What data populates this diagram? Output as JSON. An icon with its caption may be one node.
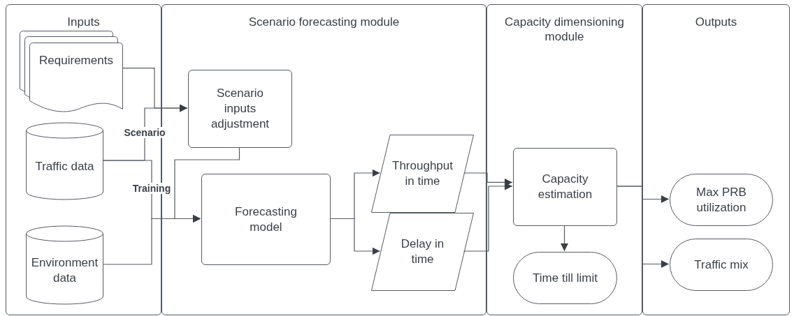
{
  "diagram": {
    "nodes": [
      {
        "text": [
          "Inputs"
        ]
      },
      {
        "text": [
          "Scenario forecasting module"
        ]
      },
      {
        "text": [
          "Capacity dimensioning module"
        ]
      },
      {
        "text": [
          "Outputs"
        ]
      },
      {
        "text": [
          "Requirements"
        ],
        "in": 0
      },
      {
        "text": [
          "Traffic data"
        ],
        "in": 0
      },
      {
        "text": [
          "Environment data"
        ],
        "in": 0
      },
      {
        "text": [
          "Scenario inputs adjustment"
        ],
        "in": 1
      },
      {
        "text": [
          "Forecasting model"
        ],
        "in": 1
      },
      {
        "text": [
          "Throughput in time"
        ],
        "in": 1
      },
      {
        "text": [
          "Delay in time"
        ],
        "in": 1
      },
      {
        "text": [
          "Capacity estimation"
        ],
        "in": 2
      },
      {
        "text": [
          "Time till limit"
        ],
        "in": 2
      },
      {
        "text": [
          "Max PRB utilization"
        ],
        "in": 3
      },
      {
        "text": [
          "Traffic mix"
        ],
        "in": 3
      }
    ],
    "edges": [
      {
        "from": 4,
        "to": 7,
        "arrow": "to"
      },
      {
        "from": 5,
        "to": 7,
        "arrow": "to",
        "label": "Scenario"
      },
      {
        "from": 5,
        "to": 8,
        "arrow": "to",
        "label": "Training"
      },
      {
        "from": 6,
        "to": 8,
        "arrow": "to"
      },
      {
        "from": 7,
        "to": 8,
        "arrow": "to"
      },
      {
        "from": 8,
        "to": 9,
        "arrow": "to"
      },
      {
        "from": 8,
        "to": 10,
        "arrow": "to"
      },
      {
        "from": 9,
        "to": 11,
        "arrow": "to"
      },
      {
        "from": 10,
        "to": 11,
        "arrow": "to"
      },
      {
        "from": 11,
        "to": 12,
        "arrow": "to"
      },
      {
        "from": 11,
        "to": 13,
        "arrow": "to"
      },
      {
        "from": 11,
        "to": 14,
        "arrow": "to"
      }
    ]
  }
}
